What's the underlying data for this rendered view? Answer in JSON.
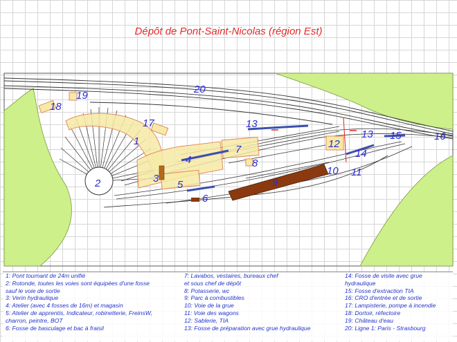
{
  "title": "Dépôt de Pont-Saint-Nicolas  (région Est)",
  "labels": {
    "n1": "1",
    "n2": "2",
    "n3": "3",
    "n4": "4",
    "n5": "5",
    "n6": "6",
    "n7": "7",
    "n8": "8",
    "n9": "9",
    "n10": "10",
    "n11": "11",
    "n12": "12",
    "n13a": "13",
    "n13b": "13",
    "n14": "14",
    "n15": "15",
    "n16": "16",
    "n17": "17",
    "n18": "18",
    "n19": "19",
    "n20": "20"
  },
  "legend": {
    "col1": [
      "1: Pont tournant de 24m unifié",
      "2: Rotonde, toutes les voies sont équipées d'une fosse\nsauf le voie de sortie",
      "3: Verin hydraulique",
      "4: Atelier (avec 4 fosses de 16m) et magasin",
      "5: Atelier de apprentis, Indicateur, robinetterie, FreinsW,\ncharron, peintre, BOT",
      "6: Fosse de basculage et bac à fraisil"
    ],
    "col2": [
      "7: Lavabos, vestaires, bureaux chef\net sous chef de dépôt",
      "8: Potasserie, wc",
      "9: Parc à combustibles",
      "10: Voie de la grue",
      "11: Voie des wagons",
      "12: Sablerie, TIA",
      "13: Fosse de préparation avec grue hydraulique"
    ],
    "col3": [
      "14: Fosse de visite avec grue\nhydraulique",
      "15: Fosse d'extraction TIA",
      "16: CRO d'entrée et de sortie",
      "17: Lampisterie, pompe à incendie",
      "18: Dortoir, réfectoire",
      "19: Château d'eau",
      "20: Ligne 1: Paris - Strasbourg"
    ]
  },
  "colors": {
    "grass": "#cdf08a",
    "building": "#f6eaa6",
    "building_border": "#e28a5a",
    "coal": "#8b3a0f",
    "pit": "#3a4fb0",
    "track": "#333333",
    "label": "#2b2bd6",
    "title": "#e52a2a"
  }
}
